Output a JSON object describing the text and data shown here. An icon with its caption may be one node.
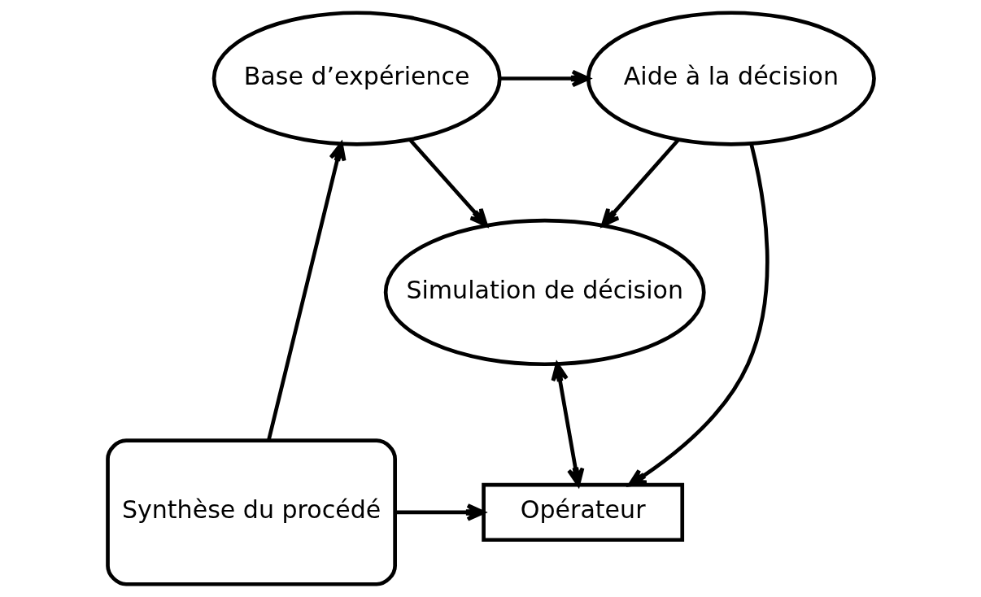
{
  "diagram": {
    "nodes": [
      {
        "text": [
          "Base d’expérience"
        ]
      },
      {
        "text": [
          "Aide à la décision"
        ]
      },
      {
        "text": [
          "Simulation de décision"
        ]
      },
      {
        "text": [
          "Synthèse du procédé"
        ]
      },
      {
        "text": [
          "Opérateur"
        ]
      }
    ],
    "edges": [
      {
        "from": 0,
        "to": 1,
        "arrow": "to"
      },
      {
        "from": 0,
        "to": 2,
        "arrow": "to"
      },
      {
        "from": 1,
        "to": 2,
        "arrow": "to"
      },
      {
        "from": 3,
        "to": 0,
        "arrow": "to"
      },
      {
        "from": 2,
        "to": 4,
        "arrow": "both"
      },
      {
        "from": 3,
        "to": 4,
        "arrow": "to"
      },
      {
        "from": 1,
        "to": 4,
        "arrow": "to"
      }
    ]
  }
}
